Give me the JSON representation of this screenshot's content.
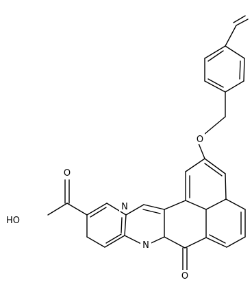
{
  "molecule": {
    "atoms": {
      "o_ether": "O",
      "n_imine": "N",
      "n_bridge": "N",
      "o_carbonyl": "O",
      "acid_oh": "HO",
      "acid_o": "O"
    }
  }
}
